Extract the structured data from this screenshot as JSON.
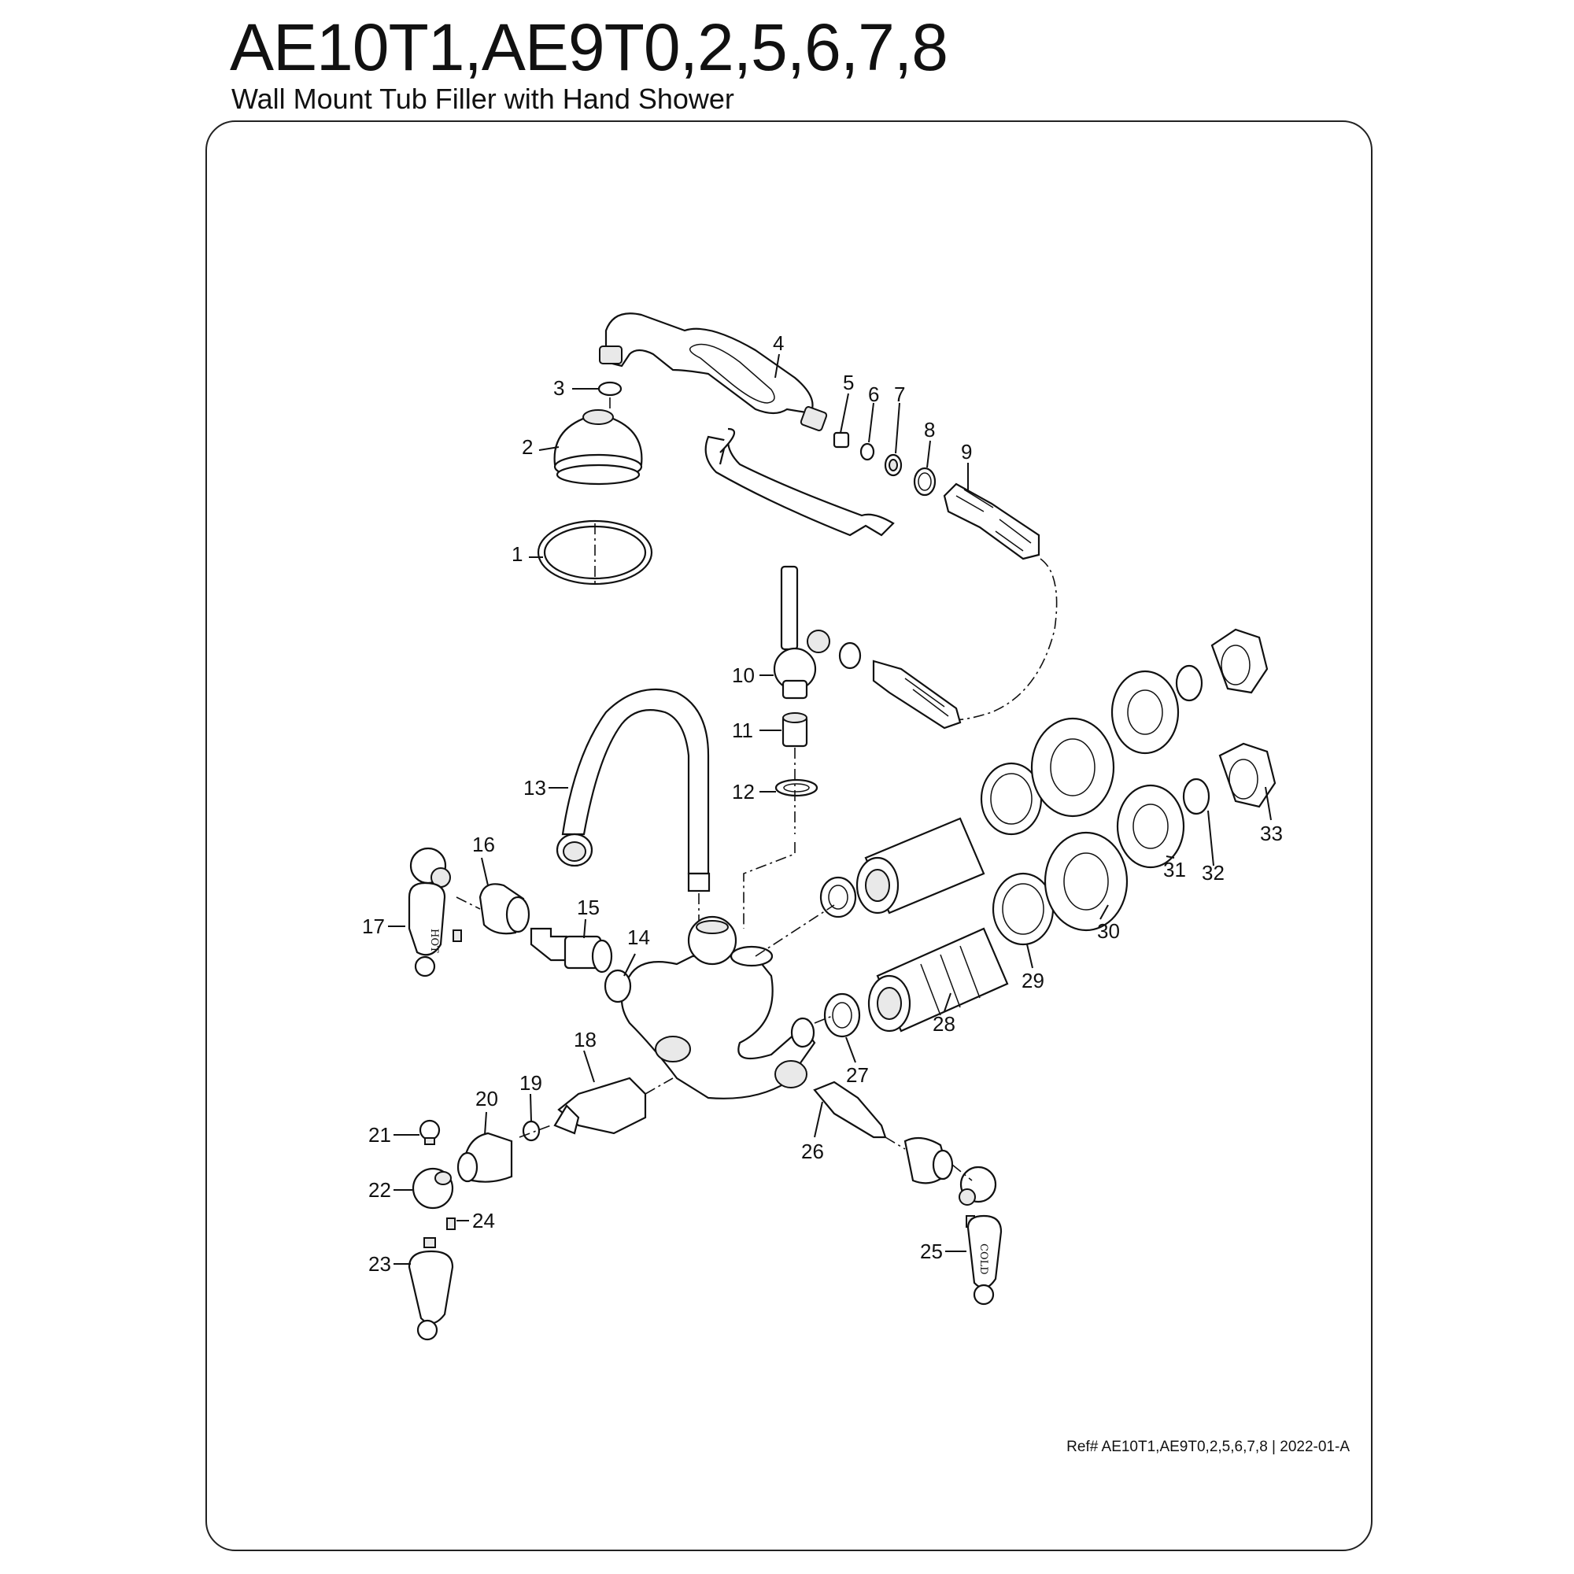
{
  "header": {
    "title": "AE10T1,AE9T0,2,5,6,7,8",
    "subtitle": "Wall Mount Tub Filler with Hand Shower"
  },
  "footer": {
    "ref": "Ref# AE10T1,AE9T0,2,5,6,7,8 | 2022-01-A"
  },
  "handle_marks": {
    "hot": "HOT",
    "cold": "COLD"
  },
  "callouts": [
    "1",
    "2",
    "3",
    "4",
    "5",
    "6",
    "7",
    "8",
    "9",
    "10",
    "11",
    "12",
    "13",
    "14",
    "15",
    "16",
    "17",
    "18",
    "19",
    "20",
    "21",
    "22",
    "23",
    "24",
    "25",
    "26",
    "27",
    "28",
    "29",
    "30",
    "31",
    "32",
    "33"
  ]
}
